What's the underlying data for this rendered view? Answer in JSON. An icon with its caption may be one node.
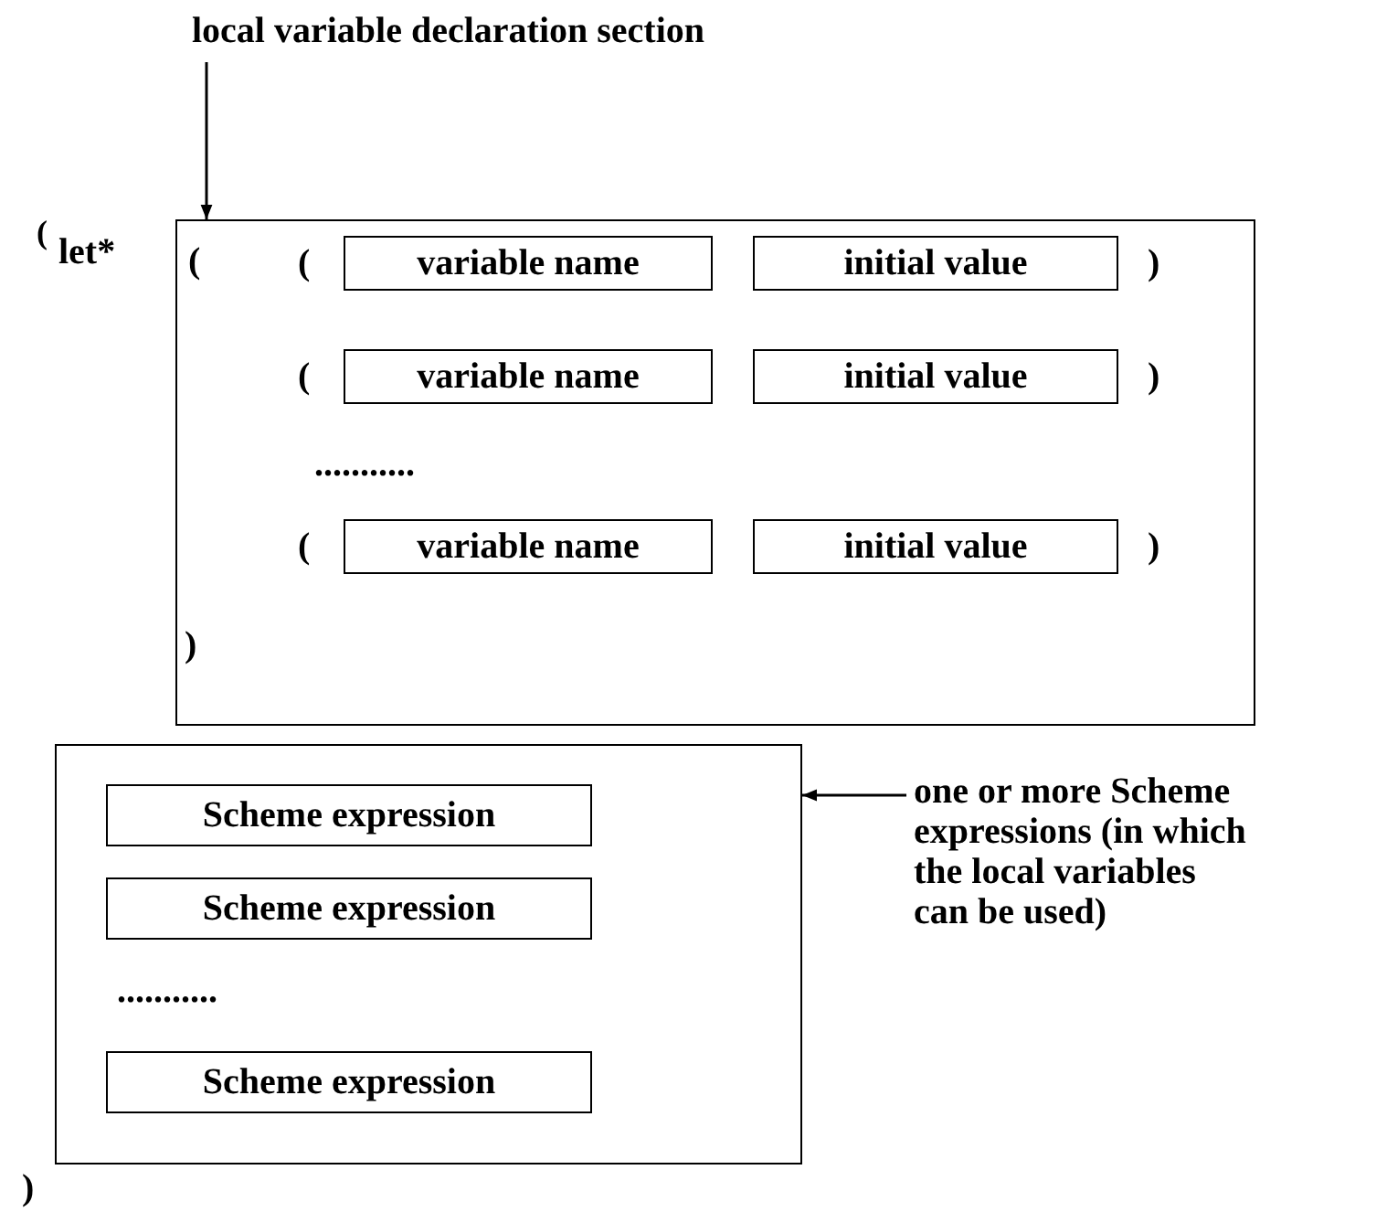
{
  "diagram": {
    "nodes": [
      {
        "text": [
          "local variable declaration section"
        ]
      },
      {
        "text": [
          "(",
          ")"
        ]
      },
      {
        "text": [
          "variable name"
        ],
        "in": 1
      },
      {
        "text": [
          "initial value"
        ],
        "in": 1
      },
      {
        "text": [
          "variable name"
        ],
        "in": 1
      },
      {
        "text": [
          "initial value"
        ],
        "in": 1
      },
      {
        "text": [
          "variable name"
        ],
        "in": 1
      },
      {
        "text": [
          "initial value"
        ],
        "in": 1
      },
      {
        "text": [],
        "shape": "box"
      },
      {
        "text": [
          "Scheme expression"
        ],
        "in": 8
      },
      {
        "text": [
          "Scheme expression"
        ],
        "in": 8
      },
      {
        "text": [
          "Scheme expression"
        ],
        "in": 8
      },
      {
        "text": [
          "one or more Scheme expressions (in which the local variables can be used)"
        ]
      }
    ],
    "edges": [
      {
        "from": 0,
        "to": 1,
        "arrow": "to"
      },
      {
        "from": 12,
        "to": 8,
        "arrow": "to"
      }
    ],
    "labels": [
      "(",
      "let*",
      "(",
      ")",
      "(",
      ")",
      "...........",
      "(",
      ")",
      "...........",
      ")"
    ]
  }
}
